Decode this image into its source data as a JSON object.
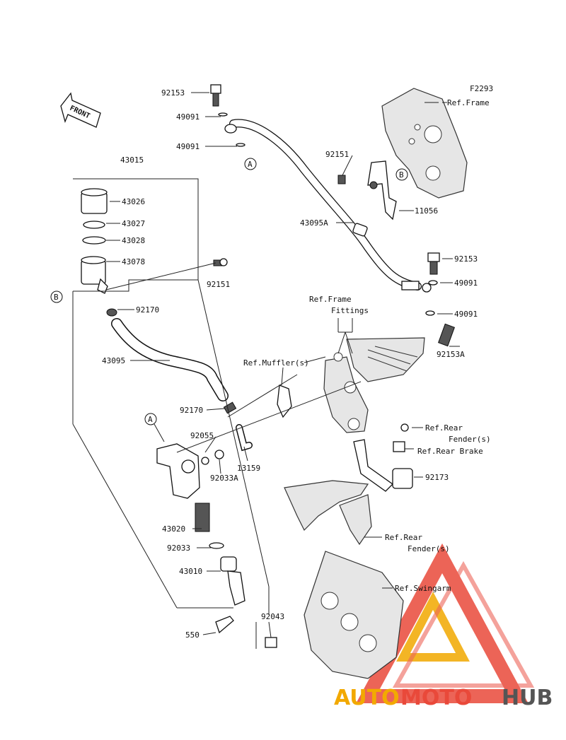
{
  "diagram_code": "F2293",
  "front_label": "FRONT",
  "watermark": {
    "prefix": "AUTO",
    "middle": "MOTO",
    "suffix": "HUB",
    "prefix_color": "#f2a900",
    "middle_color": "#e9493a",
    "suffix_color": "#555555"
  },
  "labels": {
    "p92153_top": "92153",
    "p49091_a": "49091",
    "p49091_b": "49091",
    "ref_frame_top": "Ref.Frame",
    "p92151_right": "92151",
    "p11056": "11056",
    "p43015": "43015",
    "p43026": "43026",
    "p43027": "43027",
    "p43028": "43028",
    "p43078": "43078",
    "p92151_left": "92151",
    "p43095A": "43095A",
    "p92153_mid": "92153",
    "p49091_c": "49091",
    "p49091_d": "49091",
    "ref_frame_fittings_1": "Ref.Frame",
    "ref_frame_fittings_2": "Fittings",
    "p92153A": "92153A",
    "p92170_top": "92170",
    "p43095": "43095",
    "ref_muffler": "Ref.Muffler(s)",
    "p92170_mid": "92170",
    "p92055": "92055",
    "p92033A": "92033A",
    "p13159": "13159",
    "ref_rear_fender_1a": "Ref.Rear",
    "ref_rear_fender_1b": "Fender(s)",
    "ref_rear_brake": "Ref.Rear Brake",
    "p92173": "92173",
    "ref_rear_fender_2a": "Ref.Rear",
    "ref_rear_fender_2b": "Fender(s)",
    "ref_swingarm": "Ref.Swingarm",
    "p43020": "43020",
    "p92033": "92033",
    "p43010": "43010",
    "p550": "550",
    "p92043": "92043"
  },
  "callouts": {
    "A1": "A",
    "A2": "A",
    "B1": "B",
    "B2": "B"
  }
}
